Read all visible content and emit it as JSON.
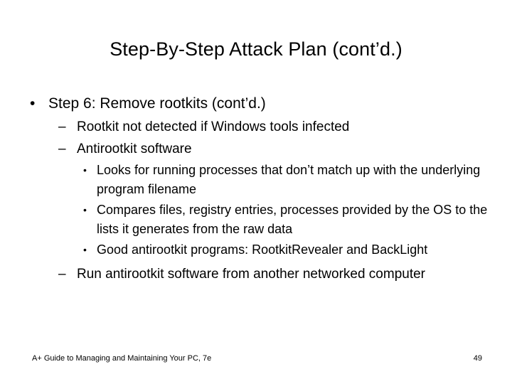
{
  "slide": {
    "title": "Step-By-Step Attack Plan (cont’d.)",
    "level1": {
      "marker": "•",
      "text": "Step 6: Remove rootkits (cont’d.)"
    },
    "level2": [
      {
        "marker": "–",
        "text": "Rootkit not detected if Windows tools infected",
        "children": []
      },
      {
        "marker": "–",
        "text": "Antirootkit software",
        "children": [
          {
            "marker": "•",
            "text": "Looks for running processes that don’t match up with the underlying program filename"
          },
          {
            "marker": "•",
            "text": "Compares files, registry entries, processes provided by the OS to the lists it generates from the raw data"
          },
          {
            "marker": "•",
            "text": "Good antirootkit programs: RootkitRevealer and BackLight"
          }
        ]
      },
      {
        "marker": "–",
        "text": "Run antirootkit software from another networked computer",
        "children": []
      }
    ],
    "footer": {
      "source": "A+ Guide to Managing and Maintaining Your PC, 7e",
      "page_number": "49"
    },
    "colors": {
      "background": "#ffffff",
      "text": "#000000"
    }
  }
}
